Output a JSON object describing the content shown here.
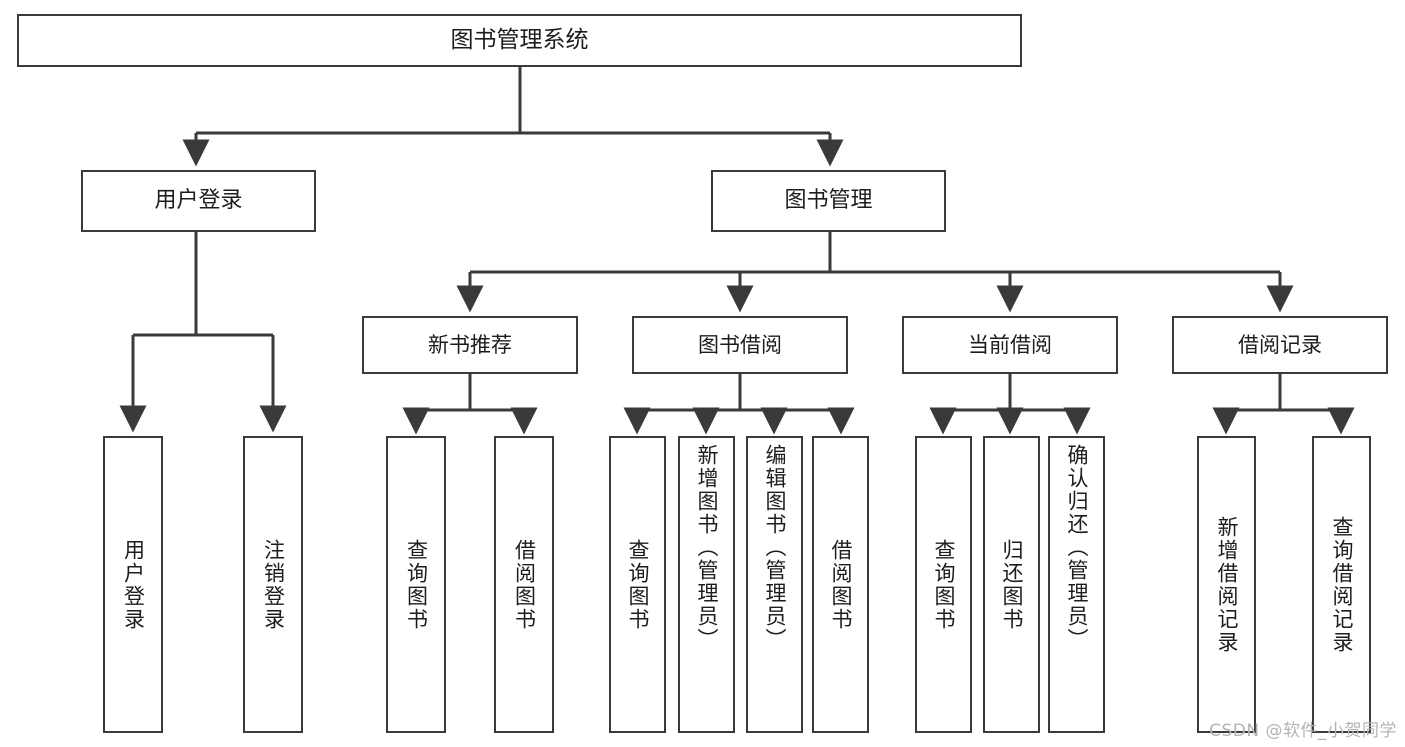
{
  "diagram": {
    "type": "tree",
    "title": "图书管理系统",
    "root": {
      "label": "图书管理系统"
    },
    "level2": [
      {
        "id": "user-login",
        "label": "用户登录"
      },
      {
        "id": "book-management",
        "label": "图书管理"
      }
    ],
    "level3": [
      {
        "id": "new-book-recommend",
        "label": "新书推荐",
        "parent": "book-management"
      },
      {
        "id": "book-borrow",
        "label": "图书借阅",
        "parent": "book-management"
      },
      {
        "id": "current-borrow",
        "label": "当前借阅",
        "parent": "book-management"
      },
      {
        "id": "borrow-record",
        "label": "借阅记录",
        "parent": "book-management"
      }
    ],
    "leaves": [
      {
        "id": "leaf-user-login",
        "label": "用户登录",
        "parent": "user-login"
      },
      {
        "id": "leaf-logout-login",
        "label": "注销登录",
        "parent": "user-login"
      },
      {
        "id": "leaf-query-book-1",
        "label": "查询图书",
        "parent": "new-book-recommend"
      },
      {
        "id": "leaf-borrow-book-1",
        "label": "借阅图书",
        "parent": "new-book-recommend"
      },
      {
        "id": "leaf-query-book-2",
        "label": "查询图书",
        "parent": "book-borrow"
      },
      {
        "id": "leaf-add-book",
        "label": "新增图书（管理员）",
        "parent": "book-borrow"
      },
      {
        "id": "leaf-edit-book",
        "label": "编辑图书（管理员）",
        "parent": "book-borrow"
      },
      {
        "id": "leaf-borrow-book-2",
        "label": "借阅图书",
        "parent": "book-borrow"
      },
      {
        "id": "leaf-query-book-3",
        "label": "查询图书",
        "parent": "current-borrow"
      },
      {
        "id": "leaf-return-book",
        "label": "归还图书",
        "parent": "current-borrow"
      },
      {
        "id": "leaf-confirm-return",
        "label": "确认归还（管理员）",
        "parent": "current-borrow"
      },
      {
        "id": "leaf-add-record",
        "label": "新增借阅记录",
        "parent": "borrow-record"
      },
      {
        "id": "leaf-query-record",
        "label": "查询借阅记录",
        "parent": "borrow-record"
      }
    ],
    "watermark": "CSDN @软件_小贺同学",
    "colors": {
      "border": "#3a3a3a",
      "line": "#3a3a3a",
      "background": "#ffffff",
      "text": "#1d1d1d",
      "watermark": "#b4b4b4"
    }
  }
}
